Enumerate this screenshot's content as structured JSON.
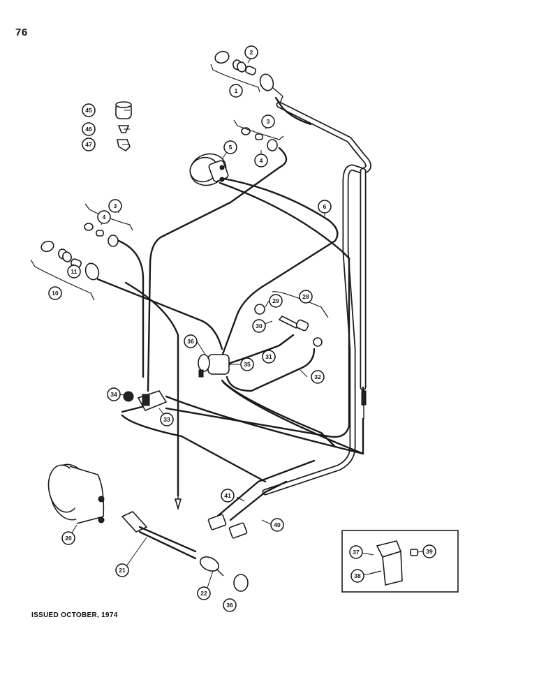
{
  "page": {
    "number": "76",
    "issued": "ISSUED OCTOBER, 1974"
  },
  "callouts": [
    {
      "id": "c1",
      "label": "1"
    },
    {
      "id": "c2",
      "label": "2"
    },
    {
      "id": "c3a",
      "label": "3"
    },
    {
      "id": "c4a",
      "label": "4"
    },
    {
      "id": "c5",
      "label": "5"
    },
    {
      "id": "c6",
      "label": "6"
    },
    {
      "id": "c3b",
      "label": "3"
    },
    {
      "id": "c4b",
      "label": "4"
    },
    {
      "id": "c10",
      "label": "10"
    },
    {
      "id": "c11",
      "label": "11"
    },
    {
      "id": "c45",
      "label": "45"
    },
    {
      "id": "c46",
      "label": "46"
    },
    {
      "id": "c47",
      "label": "47"
    },
    {
      "id": "c28",
      "label": "28"
    },
    {
      "id": "c29",
      "label": "29"
    },
    {
      "id": "c30",
      "label": "30"
    },
    {
      "id": "c31",
      "label": "31"
    },
    {
      "id": "c32",
      "label": "32"
    },
    {
      "id": "c35",
      "label": "35"
    },
    {
      "id": "c36a",
      "label": "36"
    },
    {
      "id": "c34",
      "label": "34"
    },
    {
      "id": "c33",
      "label": "33"
    },
    {
      "id": "c41",
      "label": "41"
    },
    {
      "id": "c40",
      "label": "40"
    },
    {
      "id": "c20",
      "label": "20"
    },
    {
      "id": "c21",
      "label": "21"
    },
    {
      "id": "c22",
      "label": "22"
    },
    {
      "id": "c36b",
      "label": "36"
    },
    {
      "id": "c37",
      "label": "37"
    },
    {
      "id": "c38",
      "label": "38"
    },
    {
      "id": "c39",
      "label": "39"
    }
  ]
}
